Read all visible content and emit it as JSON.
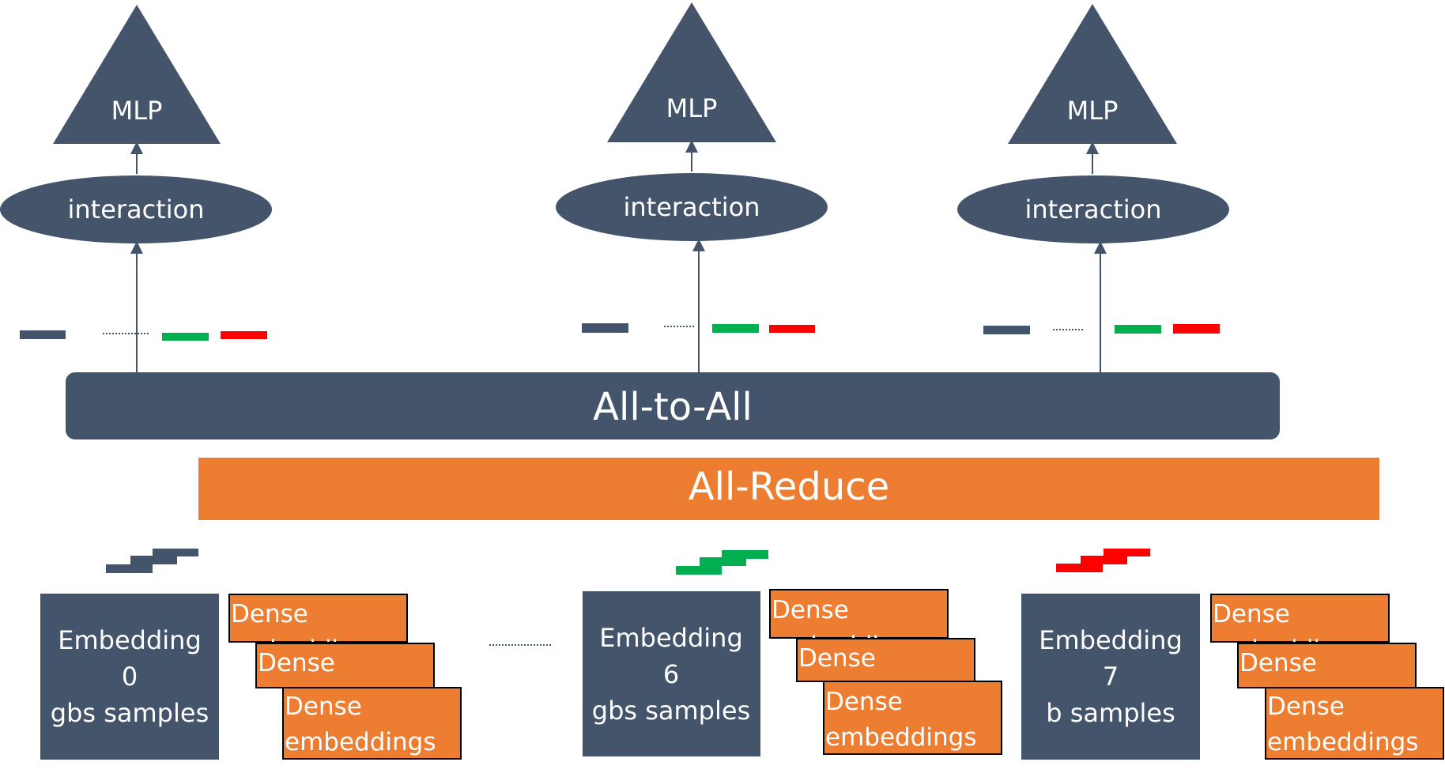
{
  "colors": {
    "slate": "#44546a",
    "orange": "#ed7d31",
    "green": "#00b050",
    "red": "#ff0000",
    "text_light": "#ffffff",
    "card_border": "#000000"
  },
  "icons": {
    "mlp": "triangle-shape",
    "interaction": "ellipse-shape",
    "arrow": "arrow-up-icon",
    "ellipsis": "dotted-line-icon"
  },
  "bars": {
    "all_to_all": "All-to-All",
    "all_reduce": "All-Reduce"
  },
  "towers": [
    {
      "mlp_label": "MLP",
      "interaction_label": "interaction"
    },
    {
      "mlp_label": "MLP",
      "interaction_label": "interaction"
    },
    {
      "mlp_label": "MLP",
      "interaction_label": "interaction"
    }
  ],
  "workers": [
    {
      "embedding": {
        "line1": "Embedding",
        "line2": "0",
        "line3": "gbs samples"
      },
      "cards": [
        {
          "line1": "Dense",
          "line2": "embeddings"
        },
        {
          "line1": "Dense",
          "line2": "embeddings"
        },
        {
          "line1": "Dense",
          "line2": "embeddings"
        }
      ]
    },
    {
      "embedding": {
        "line1": "Embedding",
        "line2": "6",
        "line3": "gbs samples"
      },
      "cards": [
        {
          "line1": "Dense",
          "line2": "embeddings"
        },
        {
          "line1": "Dense",
          "line2": "embeddings"
        },
        {
          "line1": "Dense",
          "line2": "embeddings"
        }
      ]
    },
    {
      "embedding": {
        "line1": "Embedding",
        "line2": "7",
        "line3": "b samples"
      },
      "cards": [
        {
          "line1": "Dense",
          "line2": "embeddings"
        },
        {
          "line1": "Dense",
          "line2": "embeddings"
        },
        {
          "line1": "Dense",
          "line2": "embeddings"
        }
      ]
    }
  ]
}
